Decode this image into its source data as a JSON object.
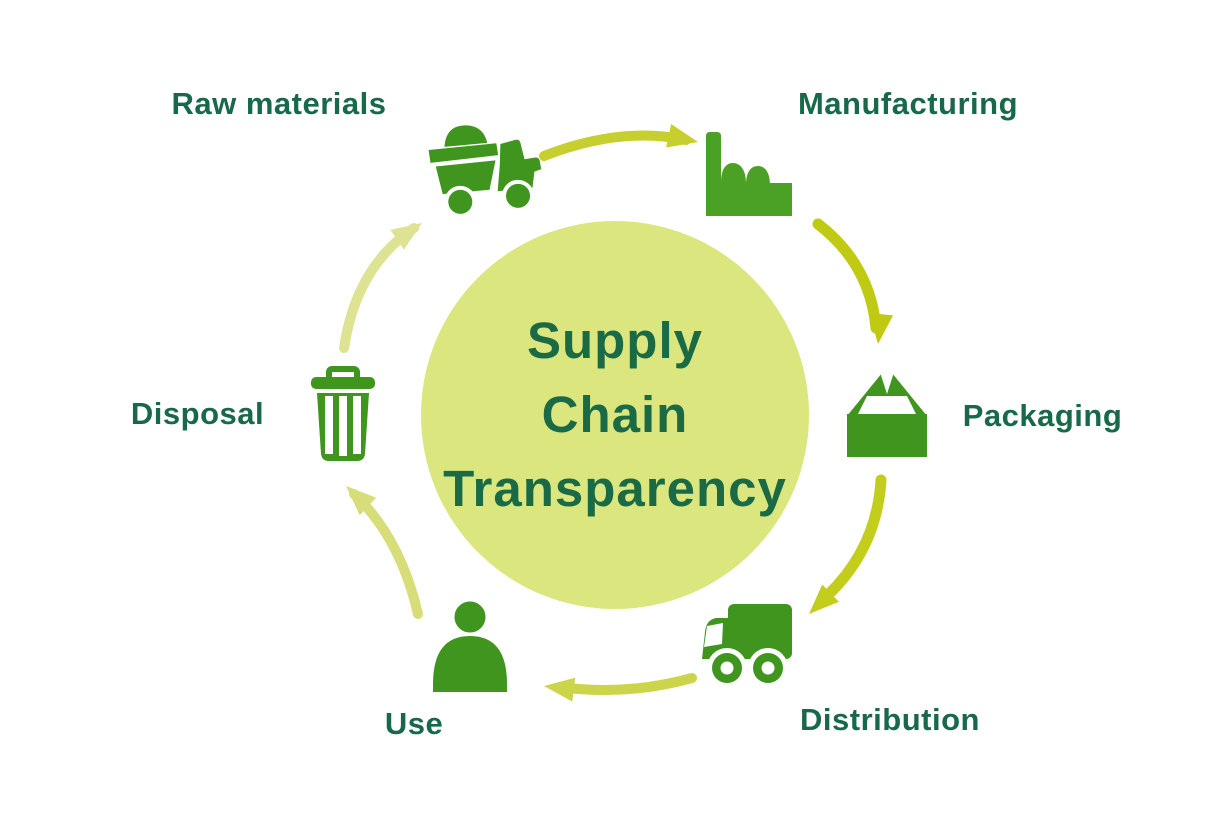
{
  "diagram": {
    "title_lines": [
      "Supply",
      "Chain",
      "Transparency"
    ],
    "title_full": "Supply Chain Transparency",
    "stages": [
      {
        "label": "Raw materials",
        "icon": "dump-truck-icon"
      },
      {
        "label": "Manufacturing",
        "icon": "factory-icon"
      },
      {
        "label": "Packaging",
        "icon": "package-box-icon"
      },
      {
        "label": "Distribution",
        "icon": "delivery-truck-icon"
      },
      {
        "label": "Use",
        "icon": "person-icon"
      },
      {
        "label": "Disposal",
        "icon": "trash-can-icon"
      }
    ],
    "flow_order": [
      "Raw materials",
      "Manufacturing",
      "Packaging",
      "Distribution",
      "Use",
      "Disposal"
    ],
    "flow_is_cycle": true
  },
  "colors": {
    "background": "#ffffff",
    "circle-fill": "#dce67f",
    "title-green": "#1a6b45",
    "label-green": "#17694a",
    "icon-green": "#3f951d",
    "icon-green-light": "#4ba125",
    "arrow-1": "#c6cf2d",
    "arrow-2": "#c1ca12",
    "arrow-3": "#c3cd1c",
    "arrow-4": "#ccd44a",
    "arrow-5": "#d7dd78",
    "arrow-6": "#dde392"
  }
}
